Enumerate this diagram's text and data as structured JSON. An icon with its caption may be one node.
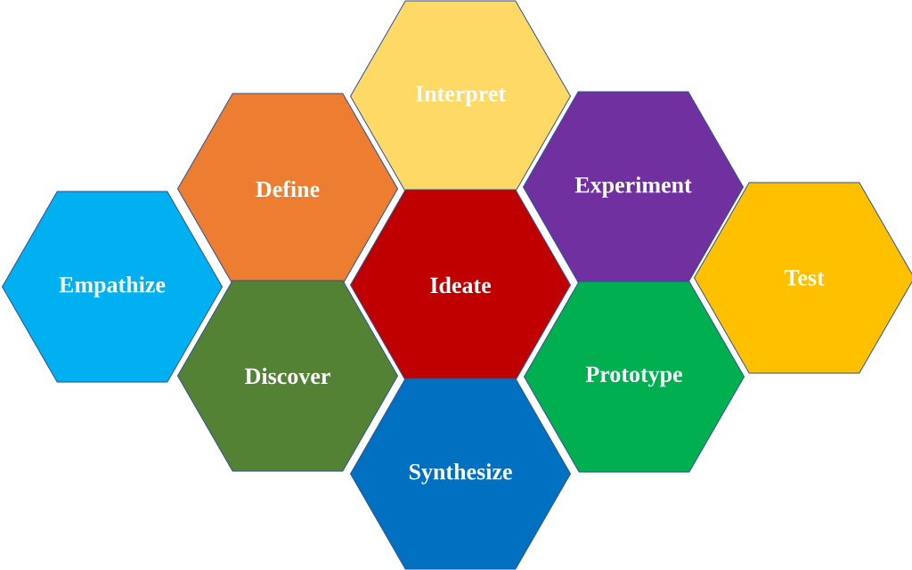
{
  "diagram": {
    "nodes": [
      {
        "text": [
          "Interpret"
        ]
      },
      {
        "text": [
          "Define"
        ]
      },
      {
        "text": [
          "Experiment"
        ]
      },
      {
        "text": [
          "Empathize"
        ]
      },
      {
        "text": [
          "Ideate"
        ]
      },
      {
        "text": [
          "Test"
        ]
      },
      {
        "text": [
          "Discover"
        ]
      },
      {
        "text": [
          "Prototype"
        ]
      },
      {
        "text": [
          "Synthesize"
        ]
      }
    ]
  }
}
